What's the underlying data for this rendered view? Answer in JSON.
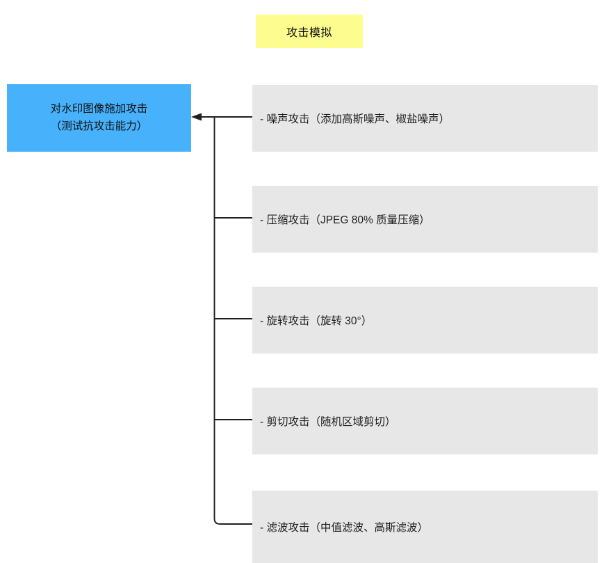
{
  "diagram": {
    "title_node": {
      "label": "攻击模拟",
      "fill": "#fdfd8f"
    },
    "source_node": {
      "line1": "对水印图像施加攻击",
      "line2": "（测试抗攻击能力）",
      "fill": "#47b1fb"
    },
    "branches": [
      {
        "text": "- 噪声攻击（添加高斯噪声、椒盐噪声）",
        "fill": "#e7e7e7"
      },
      {
        "text": "- 压缩攻击（JPEG 80% 质量压缩）",
        "fill": "#e7e7e7"
      },
      {
        "text": "- 旋转攻击（旋转 30°）",
        "fill": "#e7e7e7"
      },
      {
        "text": "- 剪切攻击（随机区域剪切）",
        "fill": "#e7e7e7"
      },
      {
        "text": "- 滤波攻击（中值滤波、高斯滤波）",
        "fill": "#e7e7e7"
      }
    ],
    "connector": {
      "color": "#1f1f1f",
      "arrow_direction": "left"
    }
  }
}
